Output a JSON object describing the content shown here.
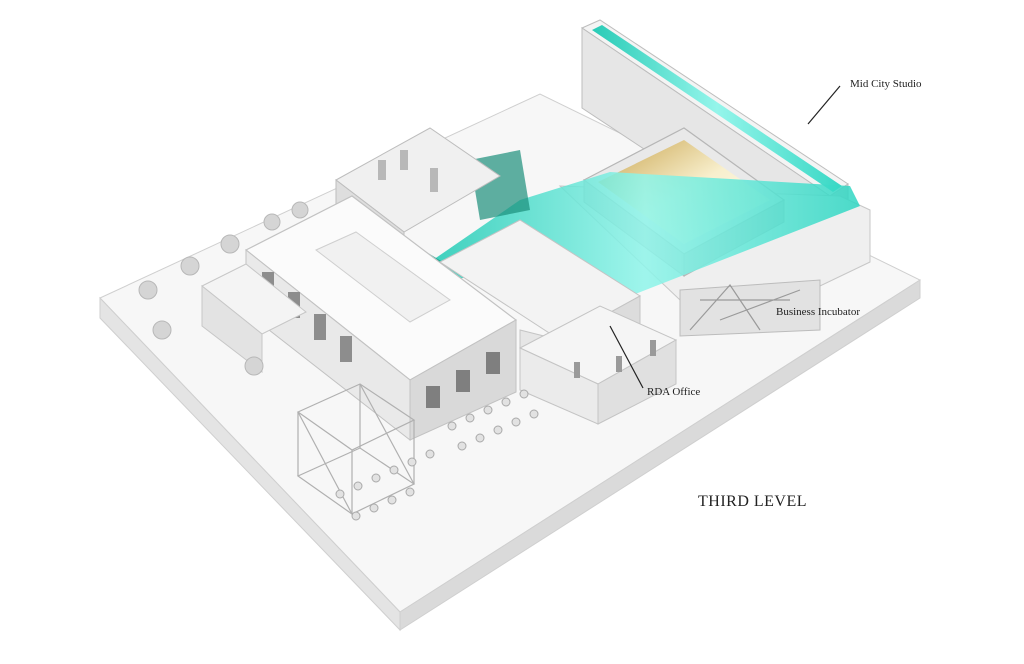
{
  "labels": {
    "mid_city_studio": "Mid City Studio",
    "business_incubator": "Business Incubator",
    "rda_office": "RDA Office"
  },
  "level_title": "THIRD LEVEL",
  "colors": {
    "background": "#ffffff",
    "massing": "#f2f2f2",
    "massing_shadow": "#d9d9d9",
    "highlight_teal": "#3fe3d0",
    "courtyard_gold": "#f3e3a8",
    "leader_line": "#222222"
  }
}
